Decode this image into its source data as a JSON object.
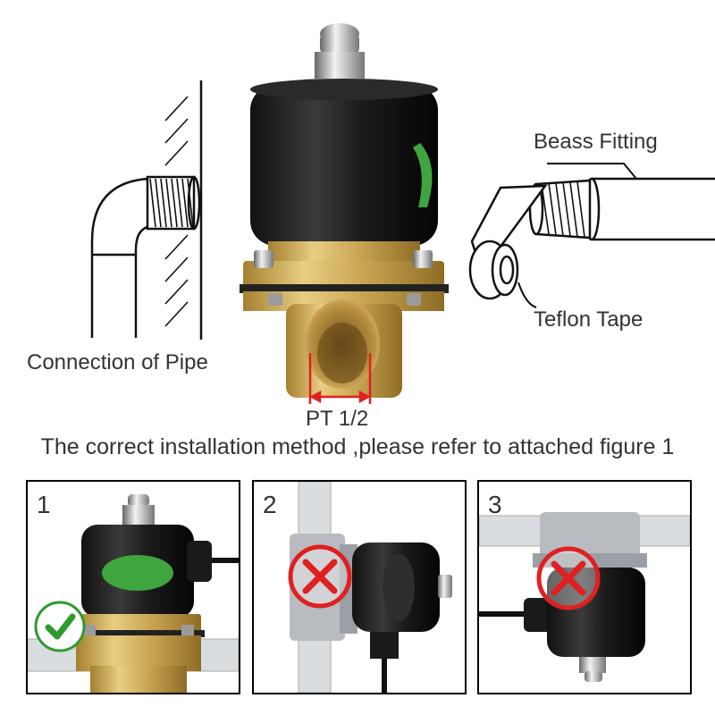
{
  "labels": {
    "pipe_connection": "Connection of Pipe",
    "brass_fitting": "Beass Fitting",
    "teflon_tape": "Teflon Tape",
    "thread_size": "PT 1/2"
  },
  "caption": "The correct installation method ,please refer to attached figure 1",
  "panels": [
    {
      "number": "1",
      "status": "correct",
      "status_icon": "check-icon"
    },
    {
      "number": "2",
      "status": "incorrect",
      "status_icon": "cross-icon"
    },
    {
      "number": "3",
      "status": "incorrect",
      "status_icon": "cross-icon"
    }
  ],
  "colors": {
    "correct": "#2e9a2e",
    "incorrect": "#e02020",
    "brass": "#c9a552",
    "dimension_line": "#e02020"
  }
}
